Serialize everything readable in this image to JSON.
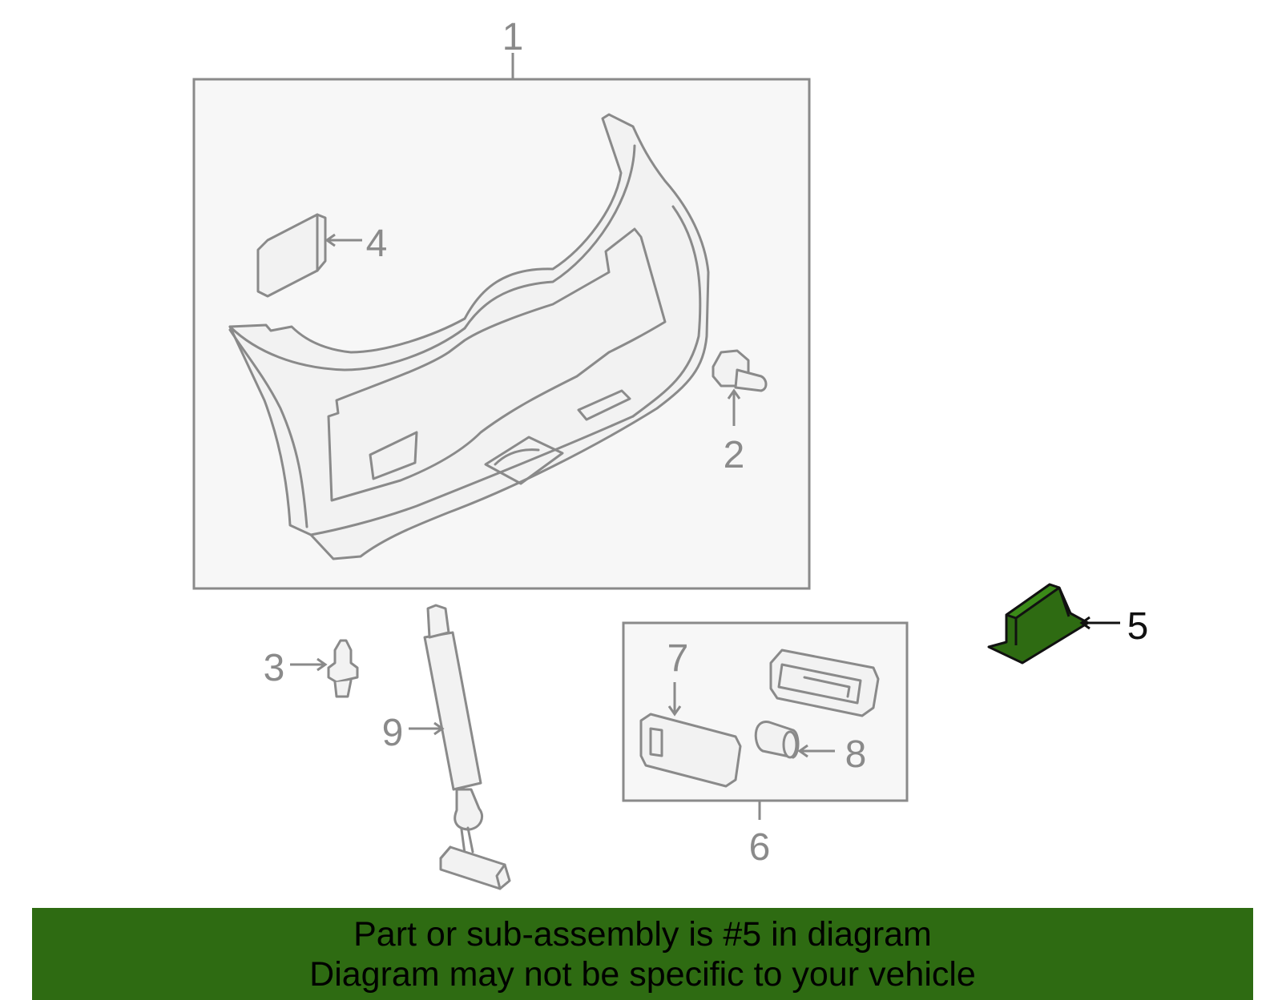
{
  "colors": {
    "highlight_part": "#2e6b12",
    "banner_background": "#2e6b12",
    "line": "#8a8a8a",
    "box_fill": "#f7f7f7"
  },
  "callouts": {
    "c1": "1",
    "c2": "2",
    "c3": "3",
    "c4": "4",
    "c5": "5",
    "c6": "6",
    "c7": "7",
    "c8": "8",
    "c9": "9"
  },
  "highlighted_callout": "5",
  "banner": {
    "line1": "Part or sub-assembly is #5 in diagram",
    "line2": "Diagram may not be specific to your vehicle"
  }
}
